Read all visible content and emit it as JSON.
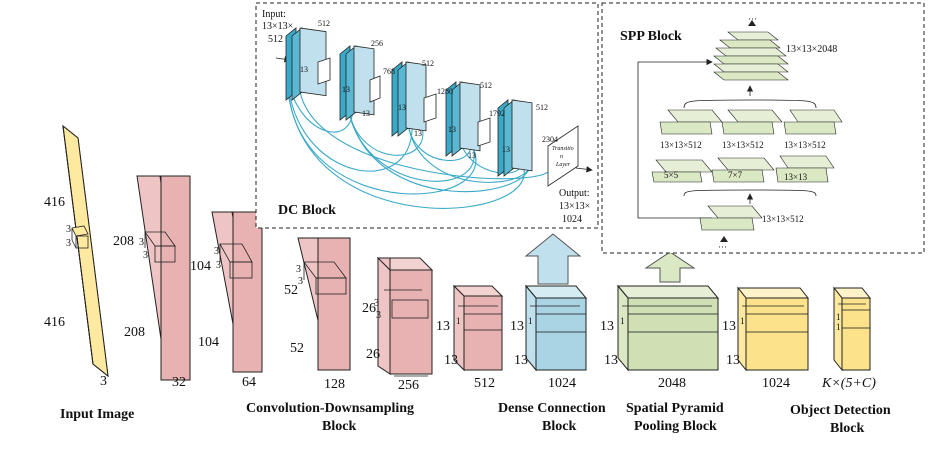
{
  "colors": {
    "input": "#fde9a0",
    "conv": "#efc4c4",
    "dense": "#bfe0ec",
    "spp": "#dbe8c4",
    "detect": "#fde9a0",
    "dc_line": "#3aa9c8",
    "stroke": "#222222"
  },
  "main": {
    "blocks": [
      {
        "top": "416",
        "left": "416",
        "depth": "3",
        "kernel": "3",
        "kernel2": "3"
      },
      {
        "top": "208",
        "left": "208",
        "depth": "32",
        "kernel": "3",
        "kernel2": "3"
      },
      {
        "top": "104",
        "left": "104",
        "depth": "64",
        "kernel": "3",
        "kernel2": "3"
      },
      {
        "top": "52",
        "left": "52",
        "depth": "128",
        "kernel": "3",
        "kernel2": "3"
      },
      {
        "top": "26",
        "left": "26",
        "depth": "256",
        "kernel": "3",
        "kernel2": "3"
      },
      {
        "top": "13",
        "left": "13",
        "depth": "512",
        "kernel": "1"
      },
      {
        "top": "13",
        "left": "13",
        "depth": "1024",
        "kernel": "1"
      },
      {
        "top": "13",
        "left": "13",
        "depth": "2048",
        "kernel": "1"
      },
      {
        "top": "13",
        "left": "13",
        "depth": "1024",
        "kernel": "1"
      },
      {
        "top": "",
        "left": "",
        "depth": "K×(5+C)",
        "kernel": "1",
        "kernel2": "1"
      }
    ],
    "labels": {
      "input": "Input Image",
      "conv1": "Convolution-Downsampling",
      "conv2": "Block",
      "dense1": "Dense Connection",
      "dense2": "Block",
      "spp1": "Spatial Pyramid",
      "spp2": "Pooling Block",
      "det1": "Object Detection",
      "det2": "Block"
    }
  },
  "dc_block": {
    "title": "DC Block",
    "input_label": "Input:",
    "input_dims": "13×13×",
    "input_depth": "512",
    "output_label": "Output:",
    "output_dims": "13×13×",
    "output_depth": "1024",
    "depths": [
      "512",
      "256",
      "768",
      "512",
      "1280",
      "512",
      "1792",
      "512",
      "2304"
    ],
    "size_label": "13",
    "transition_1": "Transitio",
    "transition_2": "n",
    "transition_3": "Layer"
  },
  "spp_block": {
    "title": "SPP Block",
    "top_dims": "13×13×2048",
    "row_dims": [
      "13×13×512",
      "13×13×512",
      "13×13×512"
    ],
    "pool_labels": [
      "5×5",
      "7×7",
      "13×13"
    ],
    "bottom_dims": "13×13×512",
    "ellipsis": "···"
  }
}
